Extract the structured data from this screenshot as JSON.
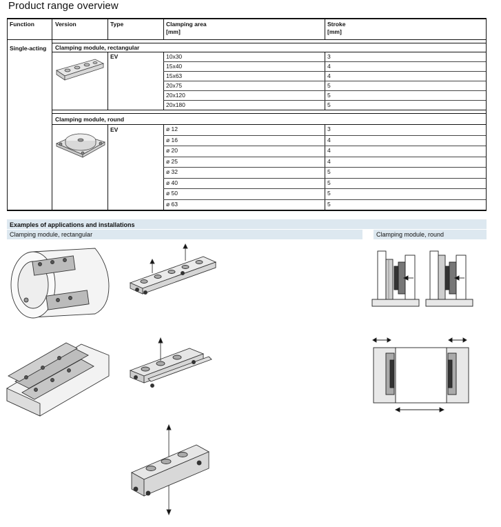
{
  "page": {
    "title": "Product range overview"
  },
  "table": {
    "headers": {
      "function": "Function",
      "version": "Version",
      "type": "Type",
      "clamping_area": "Clamping area",
      "clamping_area_unit": "[mm]",
      "stroke": "Stroke",
      "stroke_unit": "[mm]"
    },
    "function_value": "Single-acting",
    "groups": [
      {
        "title": "Clamping module, rectangular",
        "type": "EV",
        "rows": [
          {
            "area": "10x30",
            "stroke": "3"
          },
          {
            "area": "15x40",
            "stroke": "4"
          },
          {
            "area": "15x63",
            "stroke": "4"
          },
          {
            "area": "20x75",
            "stroke": "5"
          },
          {
            "area": "20x120",
            "stroke": "5"
          },
          {
            "area": "20x180",
            "stroke": "5"
          }
        ]
      },
      {
        "title": "Clamping module, round",
        "type": "EV",
        "rows": [
          {
            "area": "ø 12",
            "stroke": "3"
          },
          {
            "area": "ø 16",
            "stroke": "4"
          },
          {
            "area": "ø 20",
            "stroke": "4"
          },
          {
            "area": "ø 25",
            "stroke": "4"
          },
          {
            "area": "ø 32",
            "stroke": "5"
          },
          {
            "area": "ø 40",
            "stroke": "5"
          },
          {
            "area": "ø 50",
            "stroke": "5"
          },
          {
            "area": "ø 63",
            "stroke": "5"
          }
        ]
      }
    ]
  },
  "examples": {
    "title": "Examples of applications and installations",
    "left_caption": "Clamping module, rectangular",
    "right_caption": "Clamping module, round"
  },
  "colors": {
    "accent_band": "#dde8f0",
    "rule": "#111111"
  }
}
